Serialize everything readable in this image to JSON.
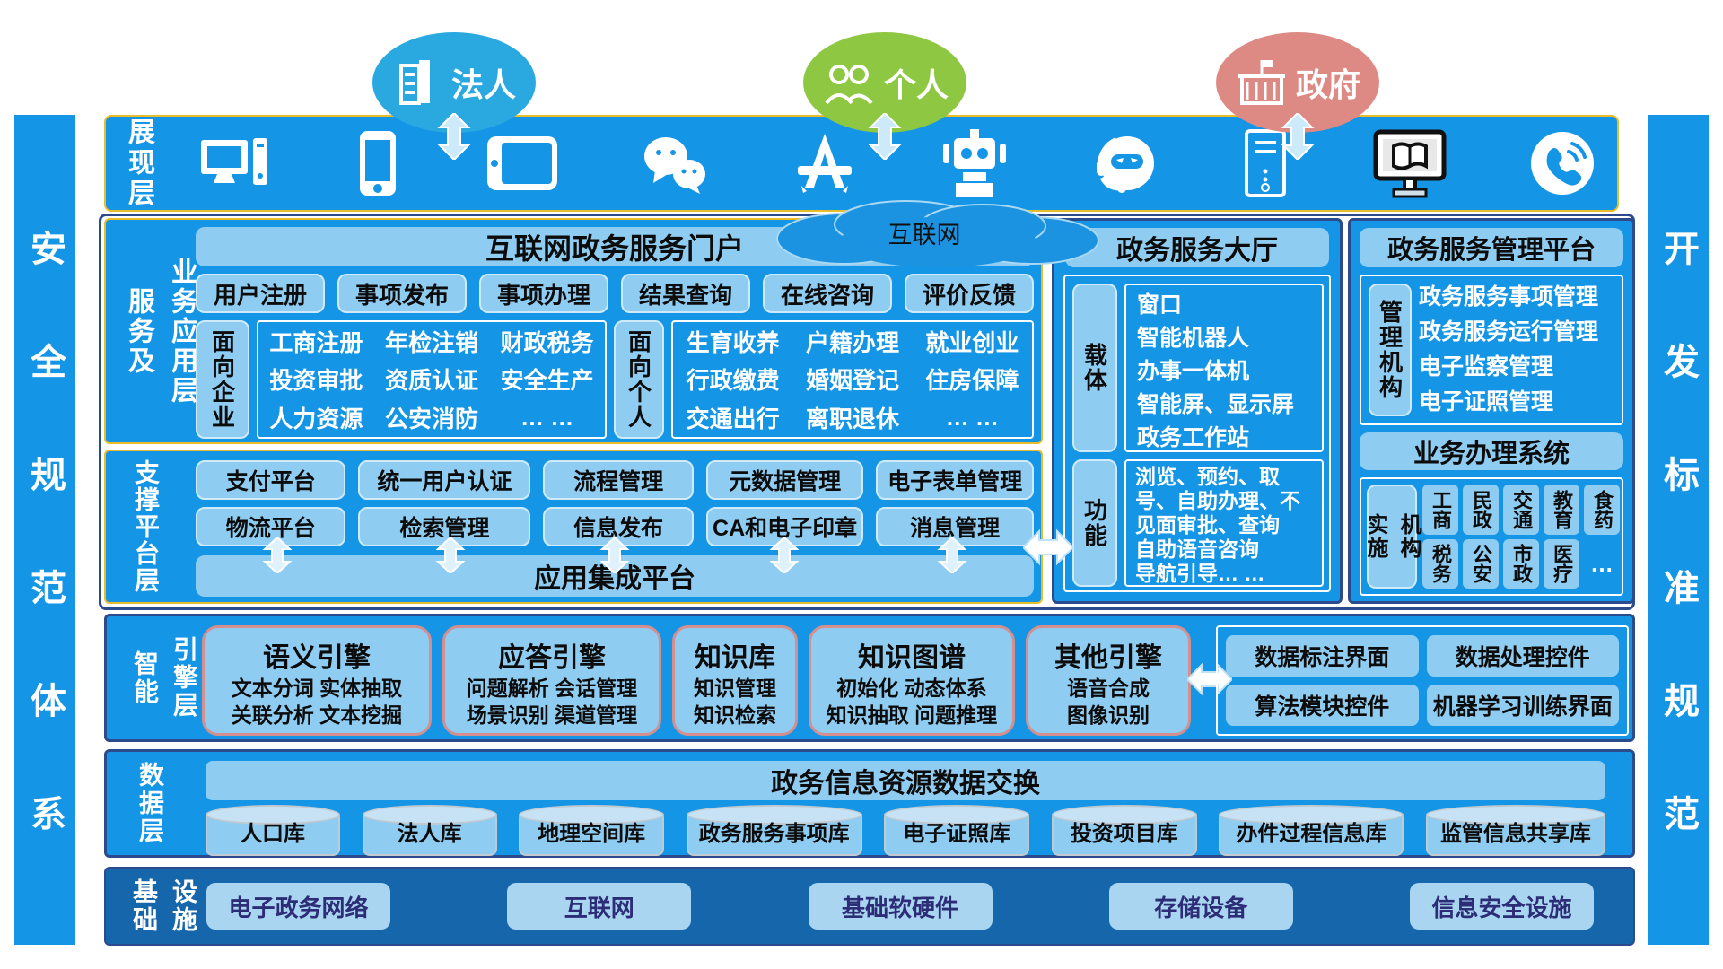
{
  "colors": {
    "bright_blue": "#1595e6",
    "light_box": "#8fccf1",
    "gold_border": "#e9bc2a",
    "navy_border": "#2b4b8c",
    "infra_blue": "#1566ab",
    "engine_card_border": "#d4908e",
    "legal_bubble": "#2aa9e0",
    "personal_bubble": "#8ec741",
    "government_bubble": "#dd8a85"
  },
  "sidebars": {
    "left": "安全规范体系",
    "right": "开发标准规范"
  },
  "actors": [
    {
      "label": "法人",
      "icon": "legal-entity-building-icon"
    },
    {
      "label": "个人",
      "icon": "citizens-group-icon"
    },
    {
      "label": "政府",
      "icon": "government-building-icon"
    }
  ],
  "cloud": {
    "label": "互联网"
  },
  "presentation": {
    "label": "展现层",
    "icons": [
      "desktop-computer-icon",
      "smartphone-icon",
      "tablet-icon",
      "wechat-icon",
      "app-store-icon",
      "robot-icon",
      "customer-service-robot-icon",
      "self-service-kiosk-icon",
      "ebook-terminal-icon",
      "phone-call-icon"
    ]
  },
  "business": {
    "label_left": "服务及",
    "label_right": "业务应用层",
    "portal": {
      "title": "互联网政务服务门户",
      "buttons": [
        "用户注册",
        "事项发布",
        "事项办理",
        "结果查询",
        "在线咨询",
        "评价反馈"
      ],
      "enterprise": {
        "tab": "面向企业",
        "cells": [
          "工商注册",
          "年检注销",
          "财政税务",
          "投资审批",
          "资质认证",
          "安全生产",
          "人力资源",
          "公安消防",
          "… …"
        ]
      },
      "personal": {
        "tab": "面向个人",
        "cells": [
          "生育收养",
          "户籍办理",
          "就业创业",
          "行政缴费",
          "婚姻登记",
          "住房保障",
          "交通出行",
          "离职退休",
          "… …"
        ]
      }
    }
  },
  "support": {
    "label": "支撑平台层",
    "row1": [
      "支付平台",
      "统一用户认证",
      "流程管理",
      "元数据管理",
      "电子表单管理"
    ],
    "row2": [
      "物流平台",
      "检索管理",
      "信息发布",
      "CA和电子印章",
      "消息管理"
    ],
    "bar": "应用集成平台"
  },
  "hall": {
    "title": "政务服务大厅",
    "carrier_tab": "载体",
    "carrier_items": [
      "窗口",
      "智能机器人",
      "办事一体机",
      "智能屏、显示屏",
      "政务工作站"
    ],
    "function_tab": "功能",
    "function_items": [
      "浏览、预约、取号、自助办理、不见面审批、查询",
      "自助语音咨询",
      "导航引导… …"
    ]
  },
  "management": {
    "title": "政务服务管理平台",
    "org_tab": "管理机构",
    "items": [
      "政务服务事项管理",
      "政务服务运行管理",
      "电子监察管理",
      "电子证照管理"
    ],
    "system_title": "业务办理系统",
    "impl_tab_left": "实施",
    "impl_tab_right": "机构",
    "cells": [
      "工商",
      "民政",
      "交通",
      "教育",
      "食药",
      "税务",
      "公安",
      "市政",
      "医疗",
      "…"
    ]
  },
  "engine": {
    "label_left": "智能",
    "label_right": "引擎层",
    "cards": [
      {
        "title": "语义引擎",
        "line1": "文本分词 实体抽取",
        "line2": "关联分析 文本挖掘"
      },
      {
        "title": "应答引擎",
        "line1": "问题解析 会话管理",
        "line2": "场景识别 渠道管理"
      },
      {
        "title": "知识库",
        "line1": "知识管理",
        "line2": "知识检索"
      },
      {
        "title": "知识图谱",
        "line1": "初始化  动态体系",
        "line2": "知识抽取 问题推理"
      },
      {
        "title": "其他引擎",
        "line1": "语音合成",
        "line2": "图像识别"
      }
    ],
    "tools": [
      "数据标注界面",
      "数据处理控件",
      "算法模块控件",
      "机器学习训练界面"
    ]
  },
  "data_layer": {
    "label": "数据层",
    "bar": "政务信息资源数据交换",
    "databases": [
      "人口库",
      "法人库",
      "地理空间库",
      "政务服务事项库",
      "电子证照库",
      "投资项目库",
      "办件过程信息库",
      "监管信息共享库"
    ]
  },
  "infrastructure": {
    "label_left": "基础",
    "label_right": "设施",
    "items": [
      "电子政务网络",
      "互联网",
      "基础软硬件",
      "存储设备",
      "信息安全设施"
    ]
  }
}
